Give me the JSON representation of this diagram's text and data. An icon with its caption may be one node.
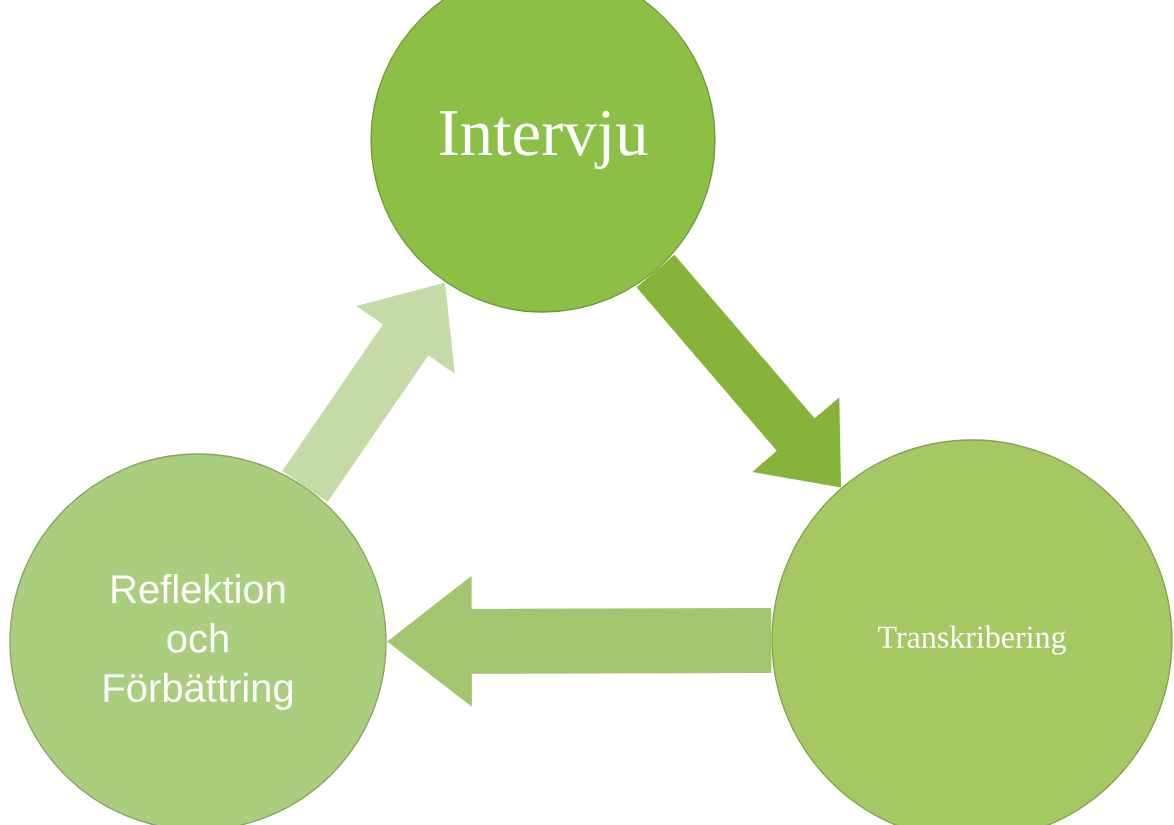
{
  "diagram": {
    "nodes": [
      {
        "text": [
          "Intervju"
        ]
      },
      {
        "text": [
          "Transkribering"
        ]
      },
      {
        "text": [
          "Reflektion och Förbättring"
        ]
      }
    ],
    "edges": [
      {
        "from": 0,
        "to": 1,
        "arrow": "to",
        "color": "#86b33a"
      },
      {
        "from": 1,
        "to": 2,
        "arrow": "to",
        "color": "#a2c56e"
      },
      {
        "from": 2,
        "to": 0,
        "arrow": "to",
        "color": "#c4dba8"
      }
    ]
  }
}
